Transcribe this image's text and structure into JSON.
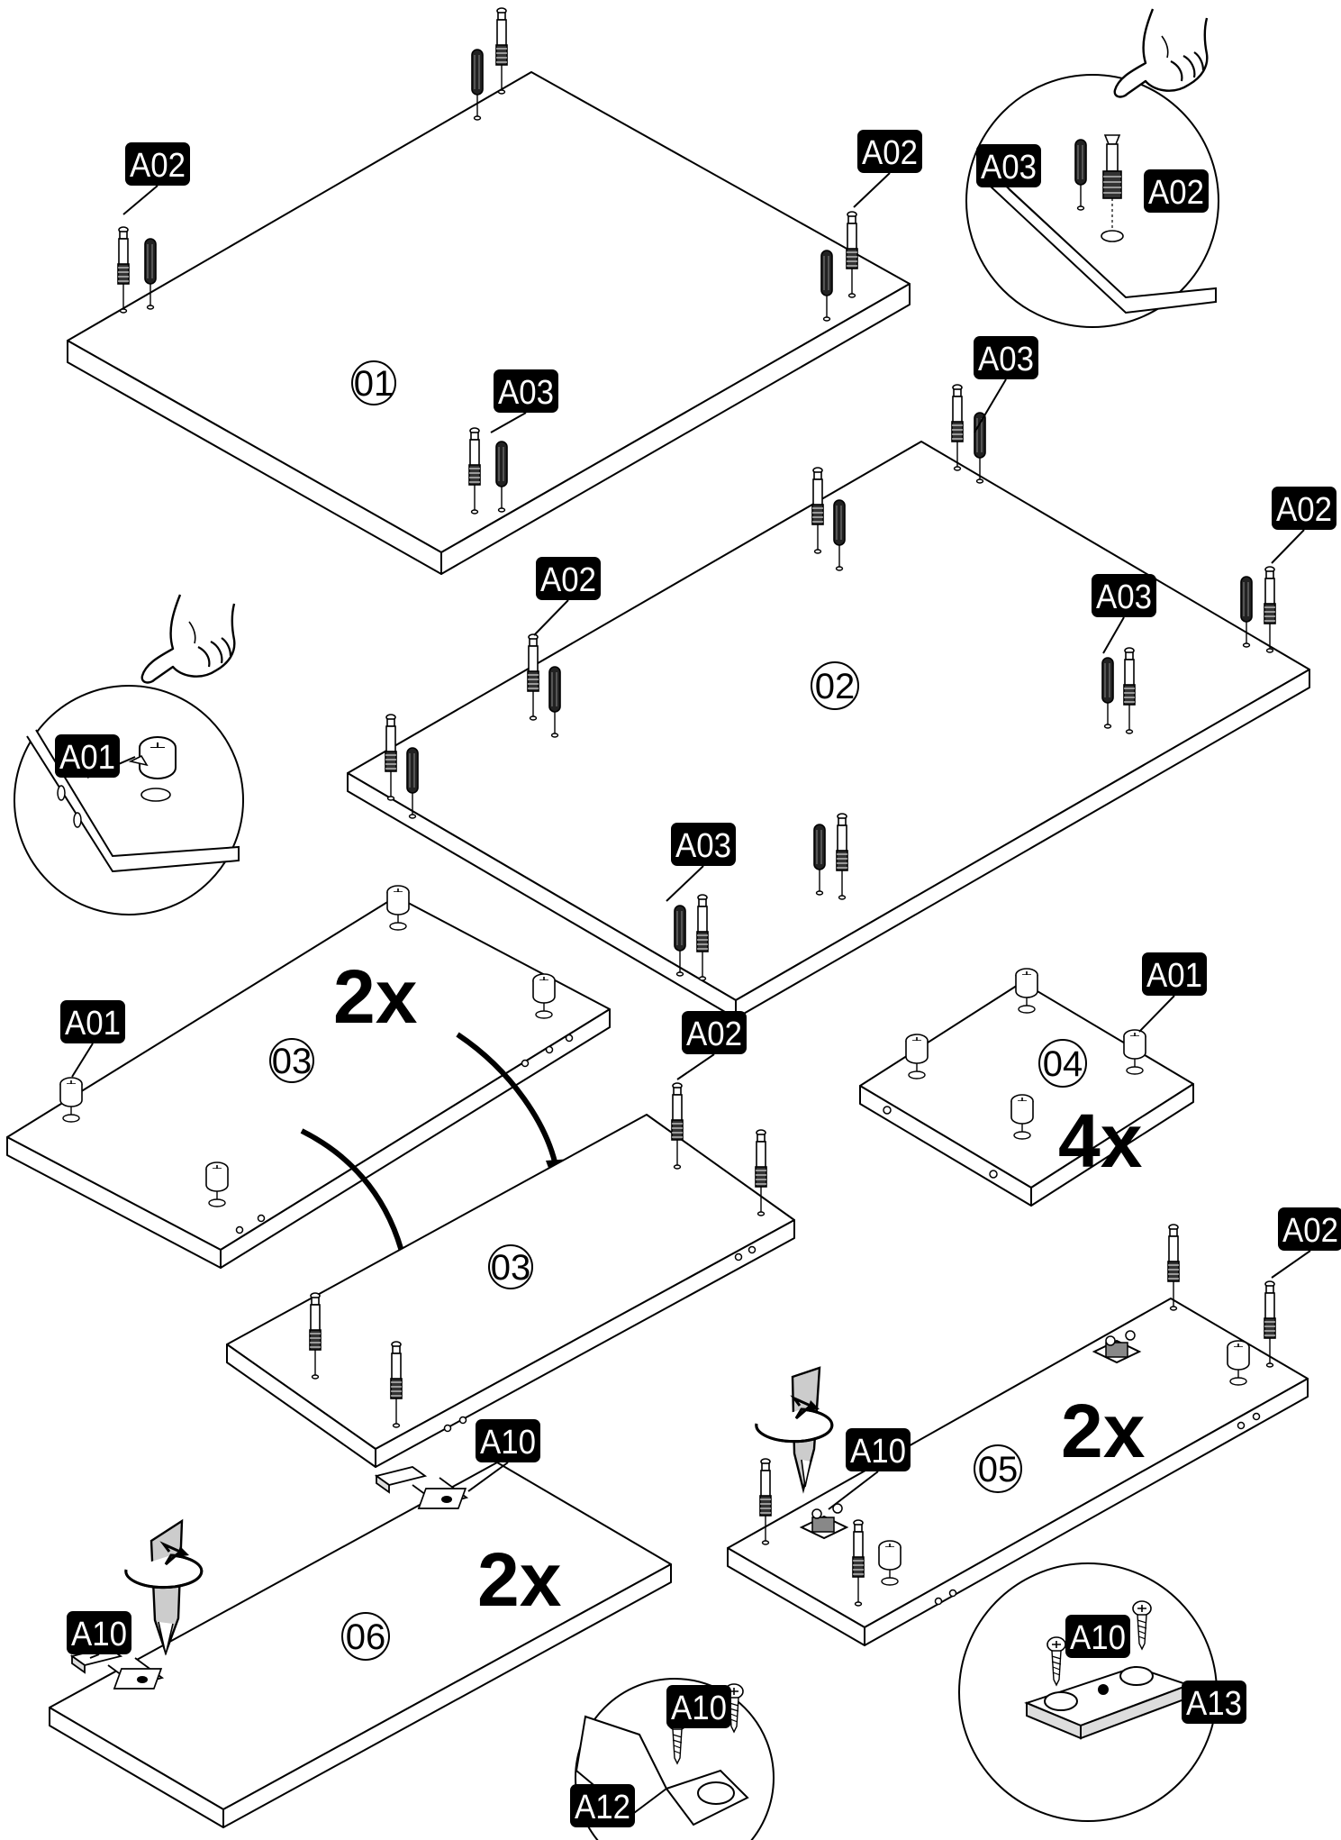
{
  "panels": {
    "p01": {
      "number": "01"
    },
    "p02": {
      "number": "02"
    },
    "p03_top": {
      "number": "03",
      "quantity": "2x"
    },
    "p03_bottom": {
      "number": "03"
    },
    "p04": {
      "number": "04",
      "quantity": "4x"
    },
    "p05": {
      "number": "05",
      "quantity": "2x"
    },
    "p06": {
      "number": "06",
      "quantity": "2x"
    }
  },
  "labels": {
    "a01": "A01",
    "a02": "A02",
    "a03": "A03",
    "a10": "A10",
    "a12": "A12",
    "a13": "A13"
  },
  "icons": [
    "cam-lock-icon",
    "dowel-pin-icon",
    "cam-bolt-icon",
    "hand-icon",
    "screwdriver-icon",
    "hinge-icon",
    "screw-icon",
    "curved-arrow-icon",
    "rotate-arrow-icon"
  ]
}
